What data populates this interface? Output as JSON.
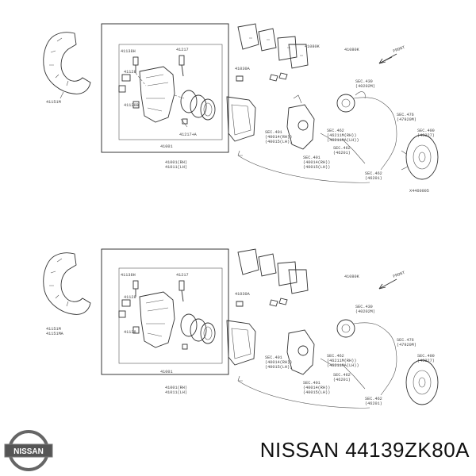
{
  "brand": {
    "caption": "NISSAN 44139ZK80A",
    "logo_text": "NISSAN"
  },
  "panels": [
    {
      "labels": {
        "shield": "41151M",
        "bolt_top": "41138H",
        "pin": "41217",
        "sleeve": "41128",
        "boot": "41138B",
        "caliper": "41001",
        "bleeder": "41217+A",
        "assy_rh": "41001(RH)",
        "assy_lh": "41011(LH)",
        "pads": "41080K",
        "pads2": "41080K",
        "shim": "41030A",
        "sec_430": "SEC.430",
        "sec_430b": "(40202M)",
        "sec_476": "SEC.476",
        "sec_476b": "(47920M)",
        "sec_400": "SEC.400",
        "sec_400b": "(40227)",
        "sec_462": "SEC.462",
        "sec_462b": "(46211M(RH))",
        "sec_462c": "(46211MA(LH))",
        "sec_462d": "SEC.462",
        "sec_462e": "(46201)",
        "sec_401": "SEC.401",
        "sec_401b": "(40014(RH))",
        "sec_401c": "(40015(LH))",
        "sec_401d": "SEC.401",
        "sec_401e": "(40014(RH))",
        "sec_401f": "(40015(LH))",
        "sec_462f": "SEC.462",
        "sec_462g": "(46201)",
        "front": "FRONT",
        "ref": "X4460005"
      }
    },
    {
      "labels": {
        "shield": "41151M",
        "shield2": "41151MA",
        "bolt_top": "41138H",
        "pin": "41217",
        "sleeve": "41128",
        "boot": "41138",
        "caliper": "41001",
        "assy_rh": "41001(RH)",
        "assy_lh": "41011(LH)",
        "pads": "41080K",
        "shim": "41030A",
        "sec_430": "SEC.430",
        "sec_430b": "(40202M)",
        "sec_476": "SEC.476",
        "sec_476b": "(47920M)",
        "sec_400": "SEC.400",
        "sec_400b": "(40227)",
        "sec_462": "SEC.462",
        "sec_462b": "(46211M(RH))",
        "sec_462c": "(46211MA(LH))",
        "sec_401": "SEC.401",
        "sec_401b": "(40014(RH))",
        "sec_401c": "(40015(LH))",
        "sec_401d": "SEC.401",
        "sec_401e": "(40014(RH))",
        "sec_401f": "(40015(LH))",
        "sec_462d": "SEC.462",
        "sec_462e": "(46201)",
        "sec_462f": "SEC.462",
        "sec_462g": "(46201)",
        "front": "FRONT"
      }
    }
  ]
}
